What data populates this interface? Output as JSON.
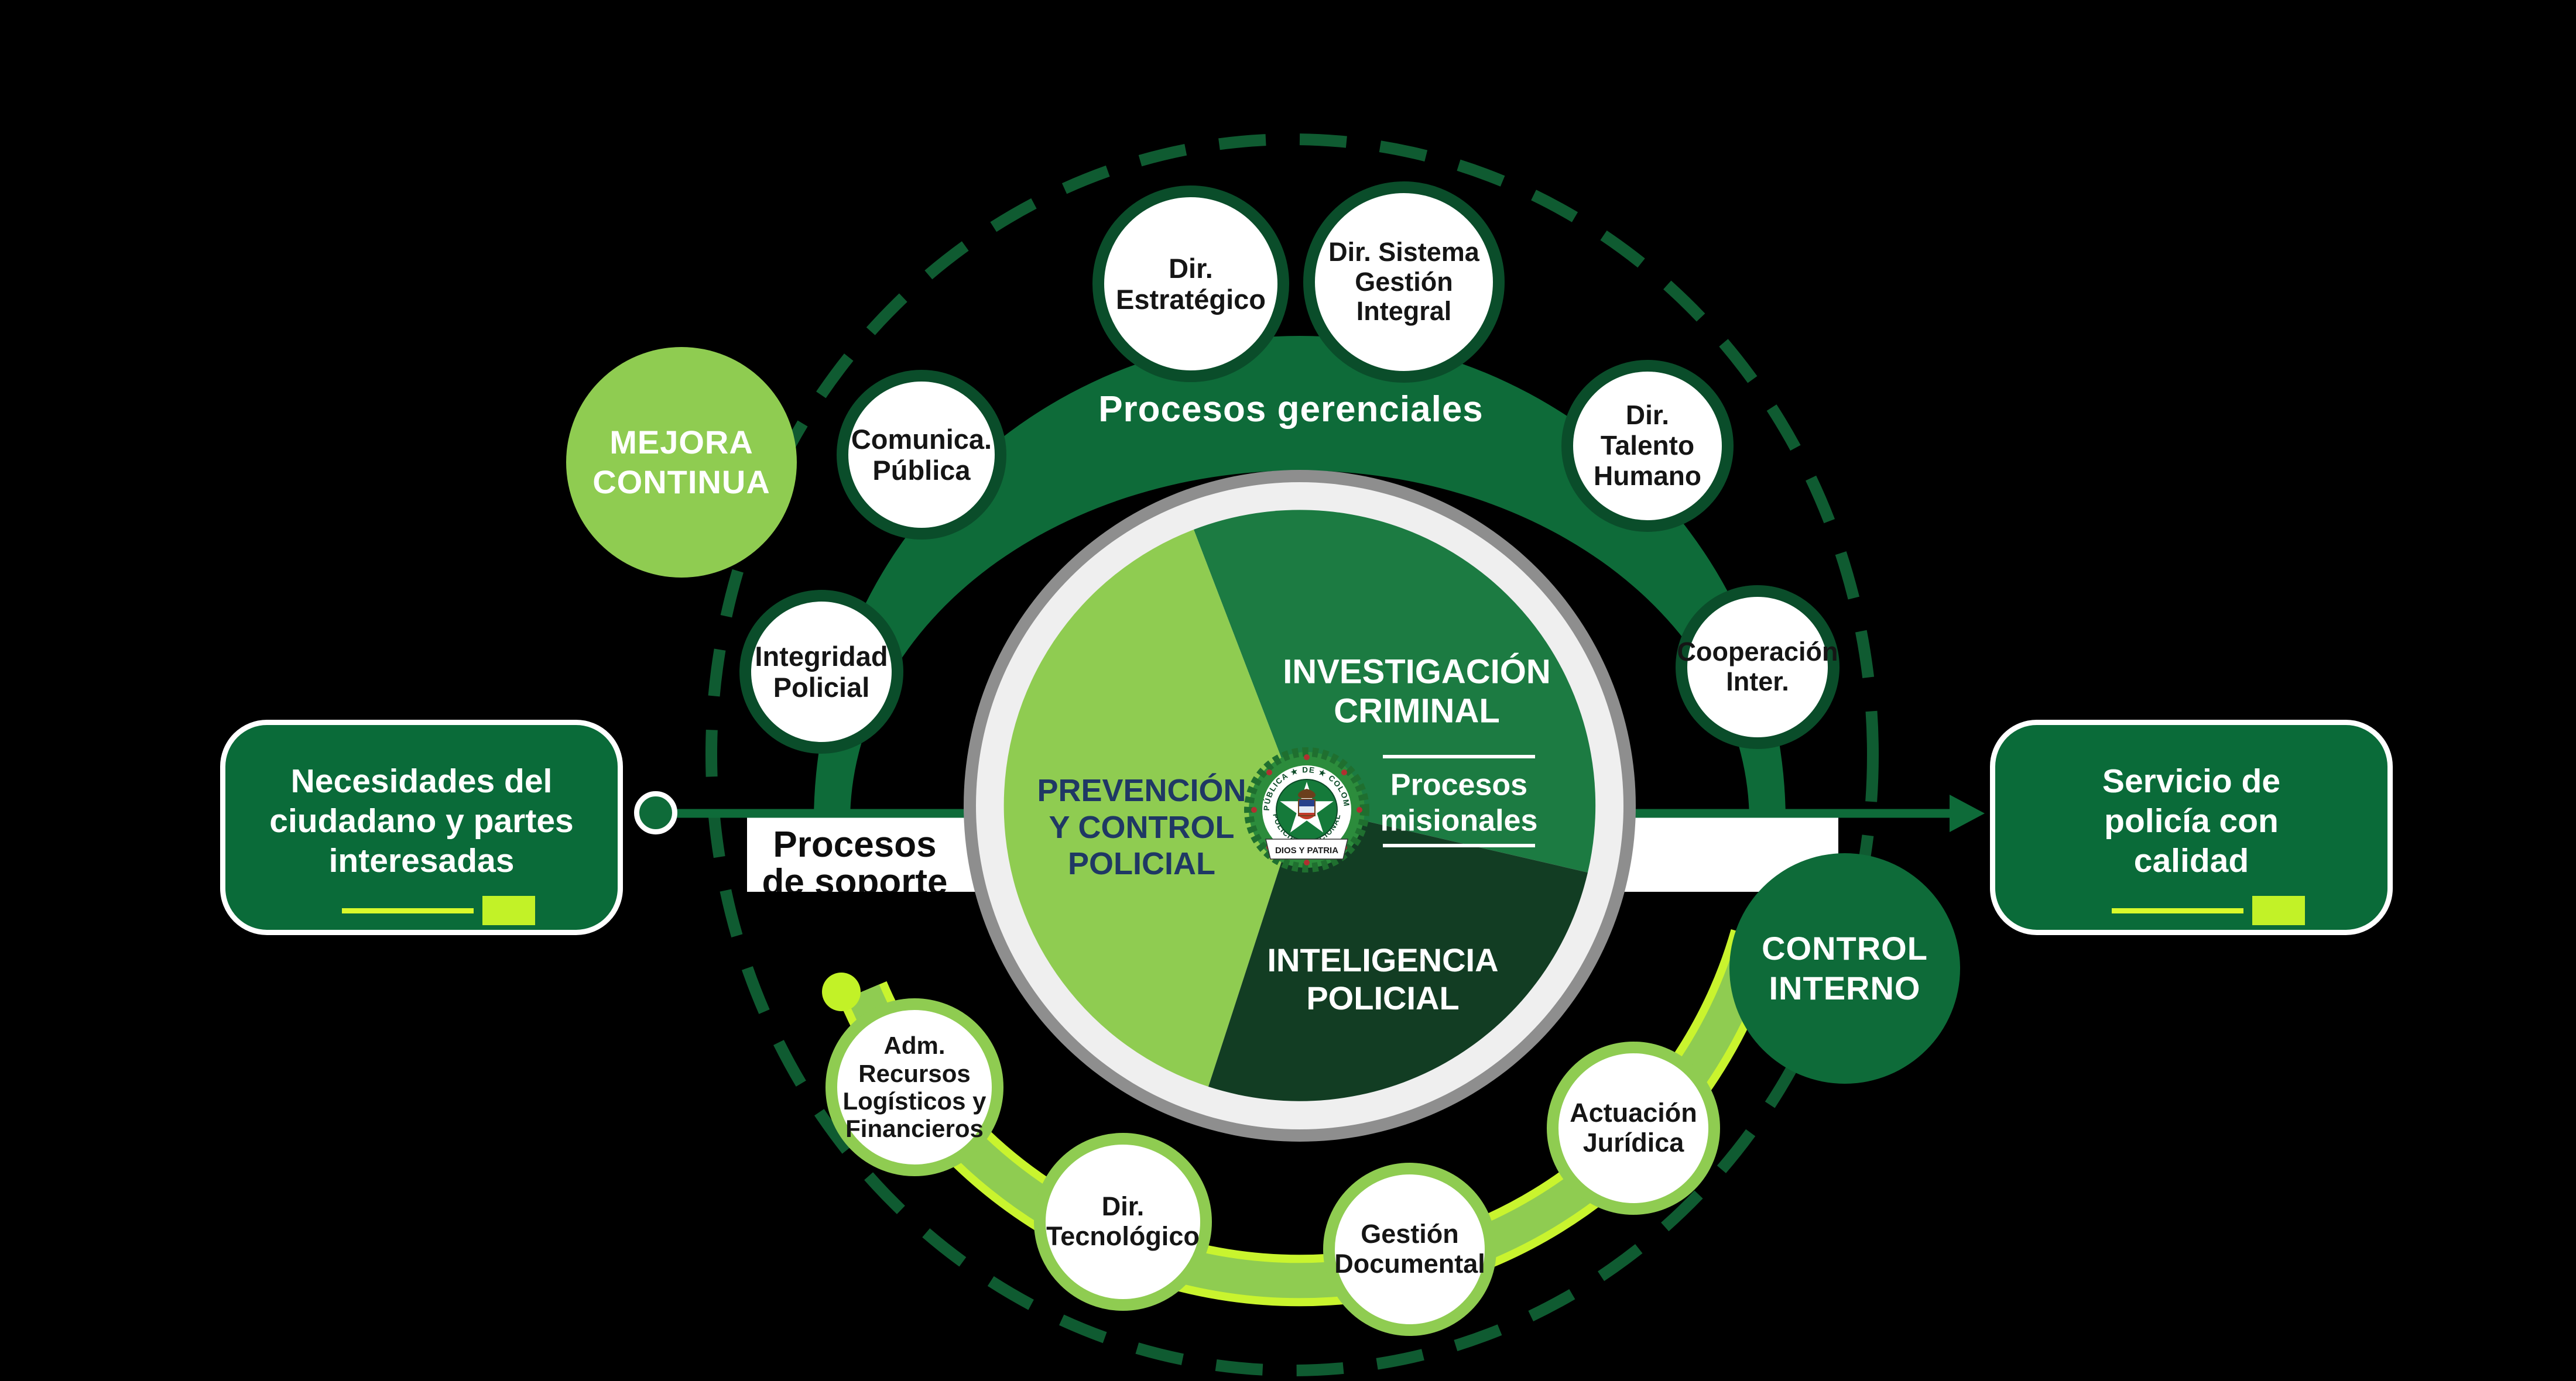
{
  "colors": {
    "background": "#000000",
    "dark_green": "#0E6B39",
    "ring_dark_green": "#0A4D2A",
    "pie_light_green": "#8FCC51",
    "pie_medium_green": "#1C7B42",
    "pie_dark_green": "#123D23",
    "chartreuse_edge": "#C9F42E",
    "chartreuse_dot": "#C2F227",
    "navy_text": "#1F3864",
    "gray_ring": "#8E8E8E",
    "white_ring": "#EFEFEF",
    "dashed_circle": "#0F5B31"
  },
  "input_box": {
    "lines": [
      "Necesidades del",
      "ciudadano y partes",
      "interesadas"
    ]
  },
  "output_box": {
    "lines": [
      "Servicio de",
      "policía con",
      "calidad"
    ]
  },
  "arcs": {
    "gerenciales_label": "Procesos gerenciales"
  },
  "support_band": {
    "line1": "Procesos",
    "line2": "de soporte"
  },
  "pie": {
    "prevencion": [
      "PREVENCIÓN",
      "Y CONTROL",
      "POLICIAL"
    ],
    "investigacion": [
      "INVESTIGACIÓN",
      "CRIMINAL"
    ],
    "inteligencia": [
      "INTELIGENCIA",
      "POLICIAL"
    ],
    "misionales": [
      "Procesos",
      "misionales"
    ]
  },
  "circles": {
    "estrategico": [
      "Dir.",
      "Estratégico"
    ],
    "sistema": [
      "Dir. Sistema",
      "Gestión",
      "Integral"
    ],
    "comunica": [
      "Comunica.",
      "Pública"
    ],
    "talento": [
      "Dir.",
      "Talento",
      "Humano"
    ],
    "integridad": [
      "Integridad",
      "Policial"
    ],
    "cooperacion": [
      "Cooperación",
      "Inter."
    ],
    "adm": [
      "Adm.",
      "Recursos",
      "Logísticos y",
      "Financieros"
    ],
    "tecnologico": [
      "Dir.",
      "Tecnológico"
    ],
    "gestion": [
      "Gestión",
      "Documental"
    ],
    "actuacion": [
      "Actuación",
      "Jurídica"
    ],
    "mejora": [
      "MEJORA",
      "CONTINUA"
    ],
    "control": [
      "CONTROL",
      "INTERNO"
    ]
  },
  "emblem": {
    "top_text": "REPÚBLICA ★ DE ★ COLOMBIA",
    "bottom_text": "POLICÍA ★ NACIONAL",
    "banner_text": "DIOS Y PATRIA"
  }
}
